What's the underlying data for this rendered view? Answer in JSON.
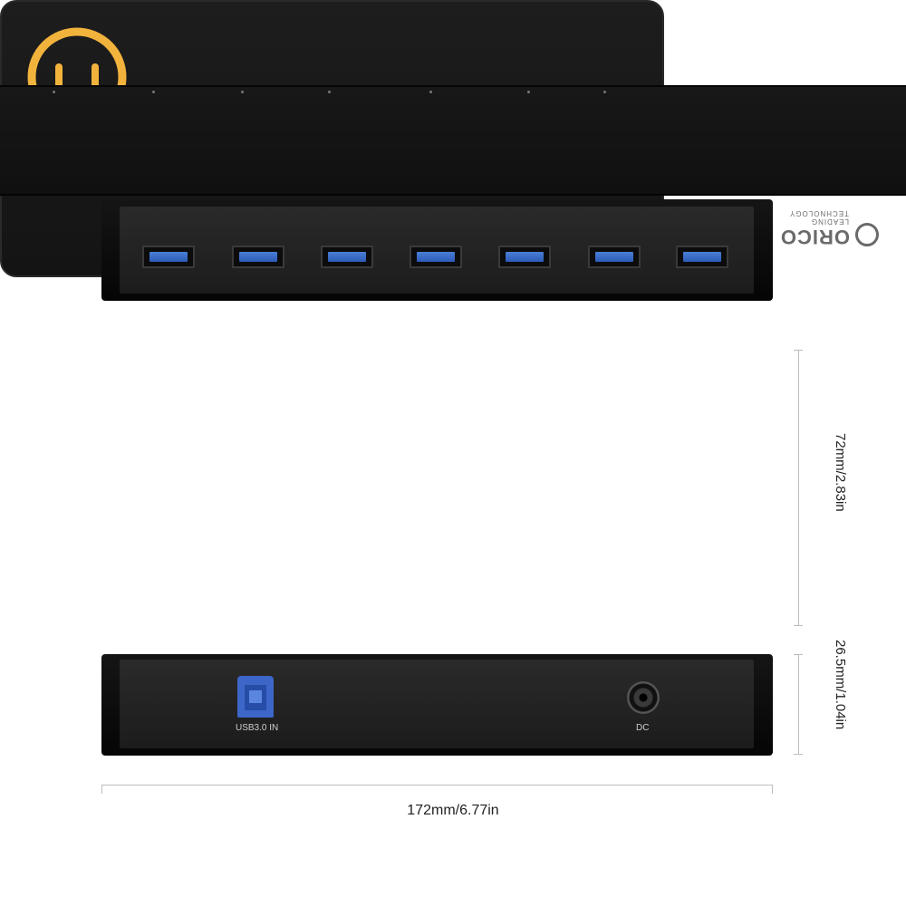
{
  "plug": {
    "region": "US",
    "icon": "us-plug-icon",
    "ring_color": "#F2B33D"
  },
  "device": {
    "brand": "ORICO",
    "brand_tagline": "LEADING TECHNOLOGY",
    "front_ports": [
      {
        "icon": "usb-a-port-icon"
      },
      {
        "icon": "usb-a-port-icon"
      },
      {
        "icon": "usb-a-port-icon"
      },
      {
        "icon": "usb-a-port-icon"
      },
      {
        "icon": "usb-a-port-icon"
      },
      {
        "icon": "usb-a-port-icon"
      },
      {
        "icon": "usb-a-port-icon"
      }
    ],
    "usb_in_label": "USB3.0 IN",
    "dc_label": "DC",
    "port_color": "#3C6AD0"
  },
  "dimensions": {
    "height": "72mm/2.83in",
    "depth": "26.5mm/1.04in",
    "width": "172mm/6.77in"
  }
}
